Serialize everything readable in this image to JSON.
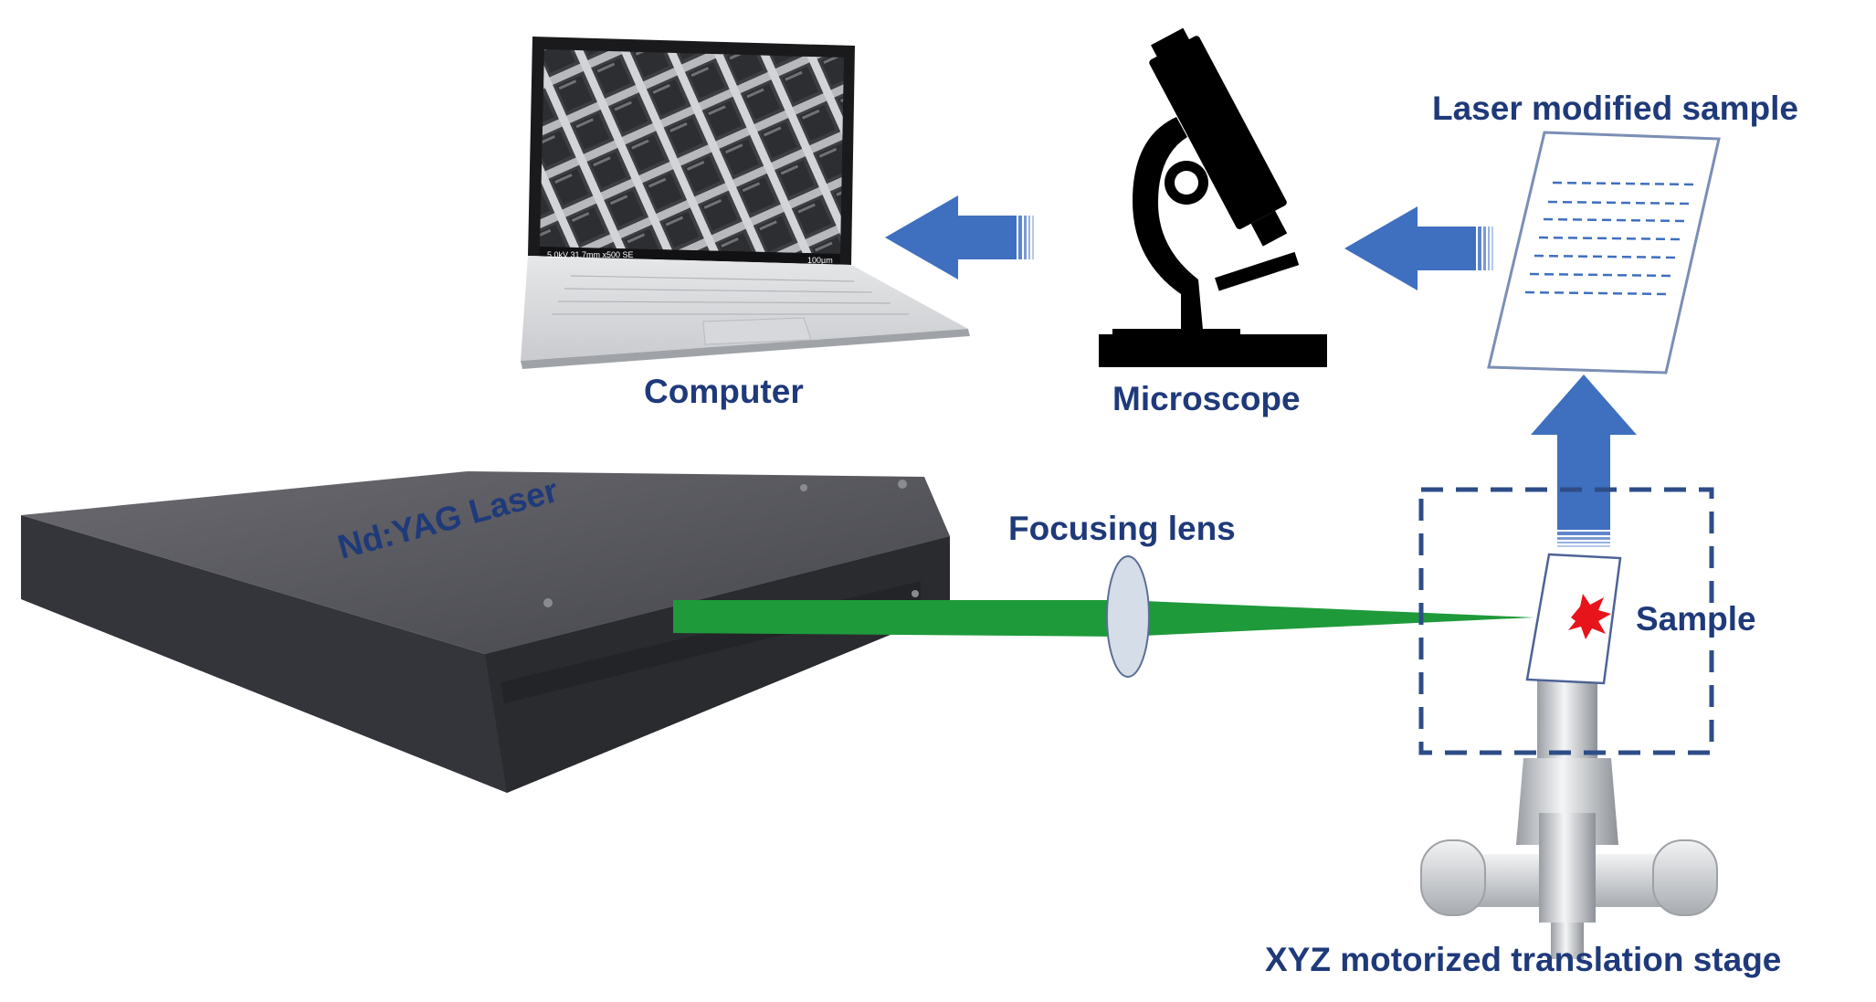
{
  "labels": {
    "computer": "Computer",
    "microscope": "Microscope",
    "laser_modified_sample": "Laser modified sample",
    "laser": "Nd:YAG Laser",
    "focusing_lens": "Focusing lens",
    "sample": "Sample",
    "stage": "XYZ motorized translation stage"
  },
  "sem_image": {
    "info": "5.0kV 31.7mm x500 SE",
    "scale": "100µm"
  },
  "colors": {
    "label_text": "#1f3a7a",
    "arrow_blue": "#3f6fbf",
    "beam_green": "#1e9a3a",
    "laser_housing": "#3c3c40",
    "stage_box": "#2e4d88",
    "spark_red": "#e8141b"
  }
}
